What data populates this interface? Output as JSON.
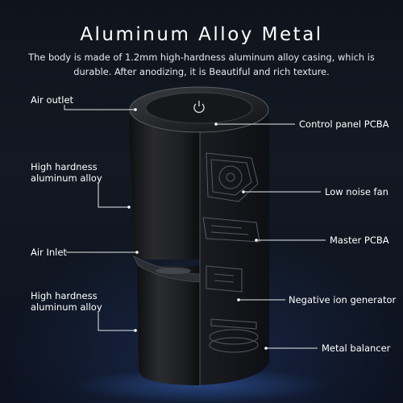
{
  "title": "Aluminum Alloy Metal",
  "subtitle_line1": "The body is made of 1.2mm high-hardness aluminum alloy casing, which is",
  "subtitle_line2": "durable. After anodizing, it is Beautiful and rich texture.",
  "labels_left": {
    "air_outlet": "Air outlet",
    "hardness_upper_1": "High hardness",
    "hardness_upper_2": "aluminum alloy",
    "air_inlet": "Air Inlet",
    "hardness_lower_1": "High hardness",
    "hardness_lower_2": "aluminum alloy"
  },
  "labels_right": {
    "control_panel": "Control panel PCBA",
    "low_noise_fan": "Low noise fan",
    "master_pcba": "Master PCBA",
    "ion_generator": "Negative ion generator",
    "metal_balancer": "Metal balancer"
  },
  "colors": {
    "background": "#0f141c",
    "text": "#ffffff",
    "leader_line": "#e8e8e8",
    "casing": "#1a1b1e",
    "internals": "#3a3d44"
  }
}
